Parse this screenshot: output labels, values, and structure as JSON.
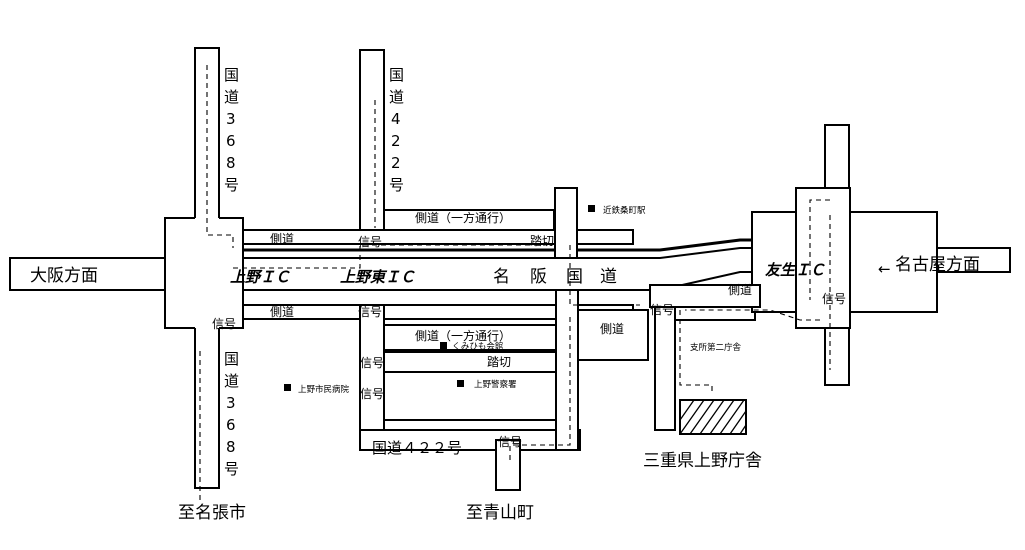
{
  "directions": {
    "osaka": "大阪方面",
    "nagoya": "名古屋方面",
    "nabari": "至名張市",
    "aoyama": "至青山町"
  },
  "route368_north": [
    "国",
    "道",
    "3",
    "6",
    "8",
    "号"
  ],
  "route368_south": [
    "国",
    "道",
    "3",
    "6",
    "8",
    "号"
  ],
  "route422_north": [
    "国",
    "道",
    "4",
    "2",
    "2",
    "号"
  ],
  "route422_south": "国道４２２号",
  "meihan": [
    "名",
    "阪",
    "国",
    "道"
  ],
  "interchanges": {
    "ueno": "上野ＩＣ",
    "ueno_higashi": "上野東ＩＣ",
    "tomo": "友生ＩＣ"
  },
  "side_roads": {
    "north_oneway": "側道（一方通行）",
    "south_oneway": "側道（一方通行）",
    "side_w_n": "側道",
    "side_w_s": "側道",
    "side_e_n": "側道",
    "side_c_s": "側道"
  },
  "signals": {
    "s1": "信号",
    "s2": "信号",
    "s3": "信号",
    "s4": "信号",
    "s5": "信号",
    "s6": "信号",
    "s7": "信号",
    "s8": "信号"
  },
  "crossings": {
    "c1": "踏切",
    "c2": "踏切"
  },
  "landmarks": {
    "station": "近鉄桑町駅",
    "kumiyama": "くみひも会館",
    "hospital": "上野市民病院",
    "police": "上野警察署",
    "admin": "支所第二庁舎",
    "office": "三重県上野庁舎"
  }
}
